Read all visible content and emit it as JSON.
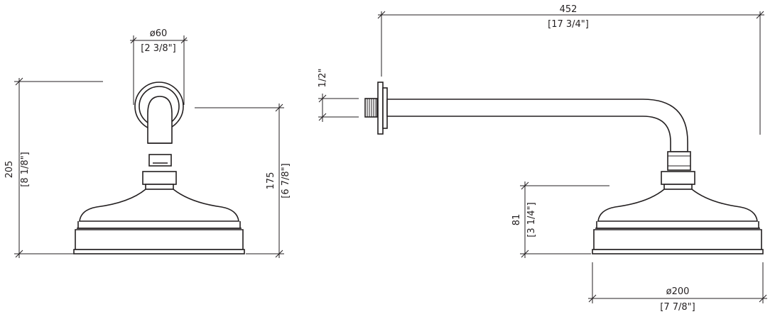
{
  "dimensions": {
    "flange_diameter": {
      "value": "ø60",
      "imperial": "[2 3/8\"]"
    },
    "overall_height": {
      "value": "205",
      "imperial": "[8 1/8\"]"
    },
    "head_height": {
      "value": "175",
      "imperial": "[6 7/8\"]"
    },
    "arm_length": {
      "value": "452",
      "imperial": "[17 3/4\"]"
    },
    "thread_size": {
      "value": "1/2\""
    },
    "drop_height": {
      "value": "81",
      "imperial": "[3 1/4\"]"
    },
    "head_diameter": {
      "value": "ø200",
      "imperial": "[7 7/8\"]"
    }
  }
}
